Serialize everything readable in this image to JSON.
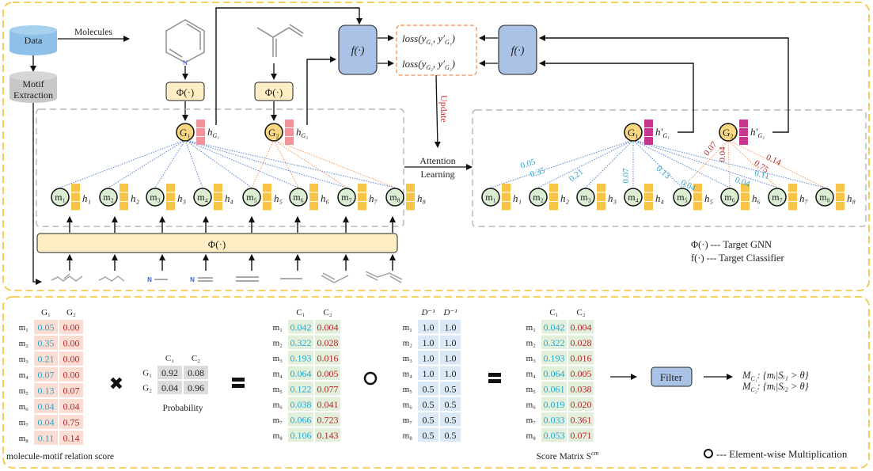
{
  "top": {
    "data_label": "Data",
    "motif_label_1": "Motif",
    "motif_label_2": "Extraction",
    "molecules_label": "Molecules",
    "phi_label": "Φ(·)",
    "f_label": "f(·)",
    "loss1": "loss(y",
    "loss_sub1": "G₁",
    "loss1_b": ", y′",
    "loss1_end": ")",
    "loss2": "loss(y",
    "loss_sub2": "G₂",
    "loss2_b": ", y′",
    "loss2_end": ")",
    "update_label": "Update",
    "attention_1": "Attention",
    "attention_2": "Learning",
    "pyridine_N": "N",
    "graph_nodes": [
      "G₁",
      "G₂"
    ],
    "graph_embed_labels": [
      "h",
      "h"
    ],
    "graph_embed_subs": [
      "G₁",
      "G₂"
    ],
    "graph_embed_prime_subs": [
      "G₁",
      "G₂"
    ],
    "motif_nodes": [
      "m₁",
      "m₂",
      "m₃",
      "m₄",
      "m₅",
      "m₆",
      "m₇",
      "m₈"
    ],
    "motif_embed_labels": [
      "h₁",
      "h₂",
      "h₃",
      "h₄",
      "h₅",
      "h₆",
      "h₇",
      "h₈"
    ],
    "motif_frag_N": "N",
    "g1_weights": [
      "0.05",
      "0.35",
      "0.21",
      "0.07",
      "0.13",
      "0.04",
      "0.04",
      "0.11"
    ],
    "g2_weights": {
      "m5": "0.07",
      "m6": "0.04",
      "m7": "0.75",
      "m8": "0.14"
    },
    "legend_phi": "Φ(·) --- Target GNN",
    "legend_f": "f(·) --- Target Classifier"
  },
  "bottom": {
    "relation": {
      "cols": [
        "G₁",
        "G₂"
      ],
      "rows": [
        "m₁",
        "m₂",
        "m₃",
        "m₄",
        "m₅",
        "m₆",
        "m₇",
        "m₈"
      ],
      "values": [
        [
          "0.05",
          "0.00"
        ],
        [
          "0.35",
          "0.00"
        ],
        [
          "0.21",
          "0.00"
        ],
        [
          "0.07",
          "0.00"
        ],
        [
          "0.13",
          "0.07"
        ],
        [
          "0.04",
          "0.04"
        ],
        [
          "0.04",
          "0.75"
        ],
        [
          "0.11",
          "0.14"
        ]
      ],
      "caption": "molecule-motif relation score"
    },
    "times_symbol": "✖",
    "probability": {
      "cols": [
        "C₁",
        "C₂"
      ],
      "rows": [
        "G₁",
        "G₂"
      ],
      "values": [
        [
          "0.92",
          "0.08"
        ],
        [
          "0.04",
          "0.96"
        ]
      ],
      "caption": "Probability"
    },
    "product": {
      "cols": [
        "C₁",
        "C₂"
      ],
      "rows": [
        "m₁",
        "m₂",
        "m₃",
        "m₄",
        "m₅",
        "m₆",
        "m₇",
        "m₈"
      ],
      "values": [
        [
          "0.042",
          "0.004"
        ],
        [
          "0.322",
          "0.028"
        ],
        [
          "0.193",
          "0.016"
        ],
        [
          "0.064",
          "0.005"
        ],
        [
          "0.122",
          "0.077"
        ],
        [
          "0.038",
          "0.041"
        ],
        [
          "0.066",
          "0.723"
        ],
        [
          "0.106",
          "0.143"
        ]
      ]
    },
    "dinv": {
      "cols": [
        "D⁻¹",
        "D⁻¹"
      ],
      "rows": [
        "m₁",
        "m₂",
        "m₃",
        "m₄",
        "m₅",
        "m₆",
        "m₇",
        "m₈"
      ],
      "values": [
        [
          "1.0",
          "1.0"
        ],
        [
          "1.0",
          "1.0"
        ],
        [
          "1.0",
          "1.0"
        ],
        [
          "1.0",
          "1.0"
        ],
        [
          "0.5",
          "0.5"
        ],
        [
          "0.5",
          "0.5"
        ],
        [
          "0.5",
          "0.5"
        ],
        [
          "0.5",
          "0.5"
        ]
      ]
    },
    "score": {
      "cols": [
        "C₁",
        "C₂"
      ],
      "rows": [
        "m₁",
        "m₂",
        "m₃",
        "m₄",
        "m₅",
        "m₆",
        "m₇",
        "m₈"
      ],
      "values": [
        [
          "0.042",
          "0.004"
        ],
        [
          "0.322",
          "0.028"
        ],
        [
          "0.193",
          "0.016"
        ],
        [
          "0.064",
          "0.005"
        ],
        [
          "0.061",
          "0.038"
        ],
        [
          "0.019",
          "0.020"
        ],
        [
          "0.033",
          "0.361"
        ],
        [
          "0.053",
          "0.071"
        ]
      ],
      "caption": "Score Matrix S",
      "caption_sup": "cm"
    },
    "filter_label": "Filter",
    "result1": "M",
    "result1_sub": "C₁",
    "result1_rest": ": {mᵢ|Sᵢ₁ > θ}",
    "result2": "M",
    "result2_sub": "C₂",
    "result2_rest": ": {mᵢ|Sᵢ₂ > θ}",
    "legend_elementwise": "--- Element-wise Multiplication"
  },
  "colors": {
    "frame": "#f2c12e",
    "data_db": "#8fc1e8",
    "motif_db": "#c8c8c8",
    "phi_box": "#fdeec4",
    "f_box": "#a9c2e6",
    "graph_node": "#f9d77e",
    "motif_node": "#dbeed4",
    "hg_embed": "#f2929b",
    "hg_prime_embed": "#c6368e",
    "h_embed": "#f8c447",
    "loss_border": "#ea9455",
    "g1_edge": "#5b86d4",
    "g2_edge": "#f29a61",
    "cyan_text": "#2aa7d0",
    "red_text": "#b2282c",
    "relation_bg": "#f9ddd3",
    "prob_bg": "#dcdcdc",
    "product_bg": "#e2efdb",
    "dinv_bg": "#dbe8f5"
  }
}
